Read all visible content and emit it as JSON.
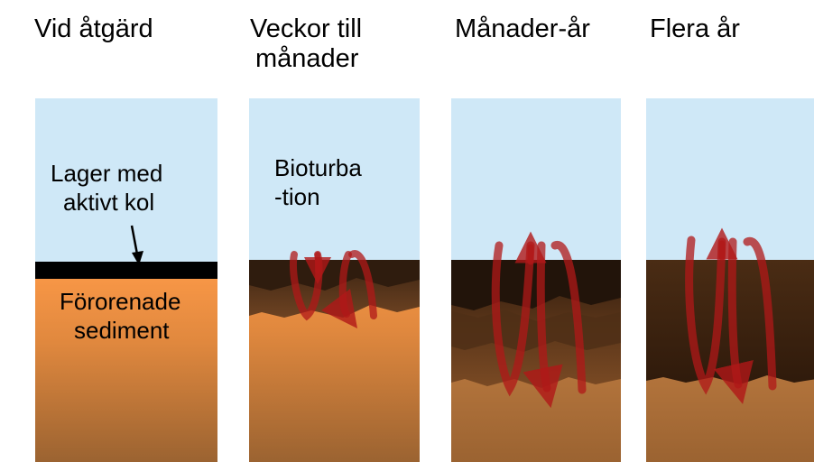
{
  "stages": [
    {
      "heading_lines": [
        "Vid åtgärd"
      ]
    },
    {
      "heading_lines": [
        "Veckor till",
        "månader"
      ]
    },
    {
      "heading_lines": [
        "Månader-år"
      ]
    },
    {
      "heading_lines": [
        "Flera år"
      ]
    }
  ],
  "labels": {
    "cap_layer_lines": [
      "Lager med",
      "aktivt kol"
    ],
    "contaminated_lines": [
      "Förorenade",
      "sediment"
    ],
    "bioturbation_lines": [
      "Bioturba",
      "-tion"
    ]
  },
  "colors": {
    "water": "#cfe8f7",
    "cap": "#000000",
    "sediment_top": "#f79646",
    "sediment_bottom": "#9b6331",
    "mixed_dark": "#3c2412",
    "mixed_mid": "#6b4020",
    "arrow": "#b01818"
  }
}
